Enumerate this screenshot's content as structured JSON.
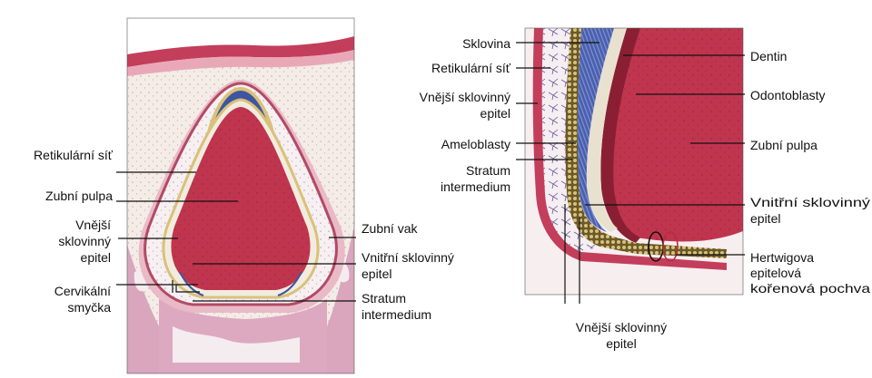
{
  "left": {
    "retikularni_sit": "Retikulární síť",
    "zubni_pulpa": "Zubní pulpa",
    "vnejsi_1": "Vnější",
    "vnejsi_2": "sklovinný",
    "vnejsi_3": "epitel",
    "cervikalni_1": "Cervikální",
    "cervikalni_2": "smyčka",
    "zubni_vak": "Zubní vak",
    "vnitrni_1": "Vnitřní sklovinný",
    "vnitrni_2": "epitel",
    "stratum_1": "Stratum",
    "stratum_2": "intermedium"
  },
  "right": {
    "sklovina": "Sklovina",
    "retikularni_sit": "Retikulární síť",
    "vnejsi_1": "Vnější sklovinný",
    "vnejsi_2": "epitel",
    "ameloblasty": "Ameloblasty",
    "stratum_1": "Stratum",
    "stratum_2": "intermedium",
    "dentin": "Dentin",
    "odontoblasty": "Odontoblasty",
    "zubni_pulpa": "Zubní pulpa",
    "vnitrni_1": "Vnitřní sklovinný",
    "vnitrni_2": "epitel",
    "hertwig_1": "Hertwigova",
    "hertwig_2": "epitelová",
    "hertwig_3": "kořenová pochva",
    "bottom_1": "Vnější sklovinný",
    "bottom_2": "epitel"
  },
  "colors": {
    "pulp": "#c0354e",
    "tissue_pink": "#e6b8c6",
    "mesenchyme": "#f4ece6",
    "enamel_blue": "#3f55a0",
    "dentin": "#e9e1d0",
    "bone": "#f7eef0"
  }
}
